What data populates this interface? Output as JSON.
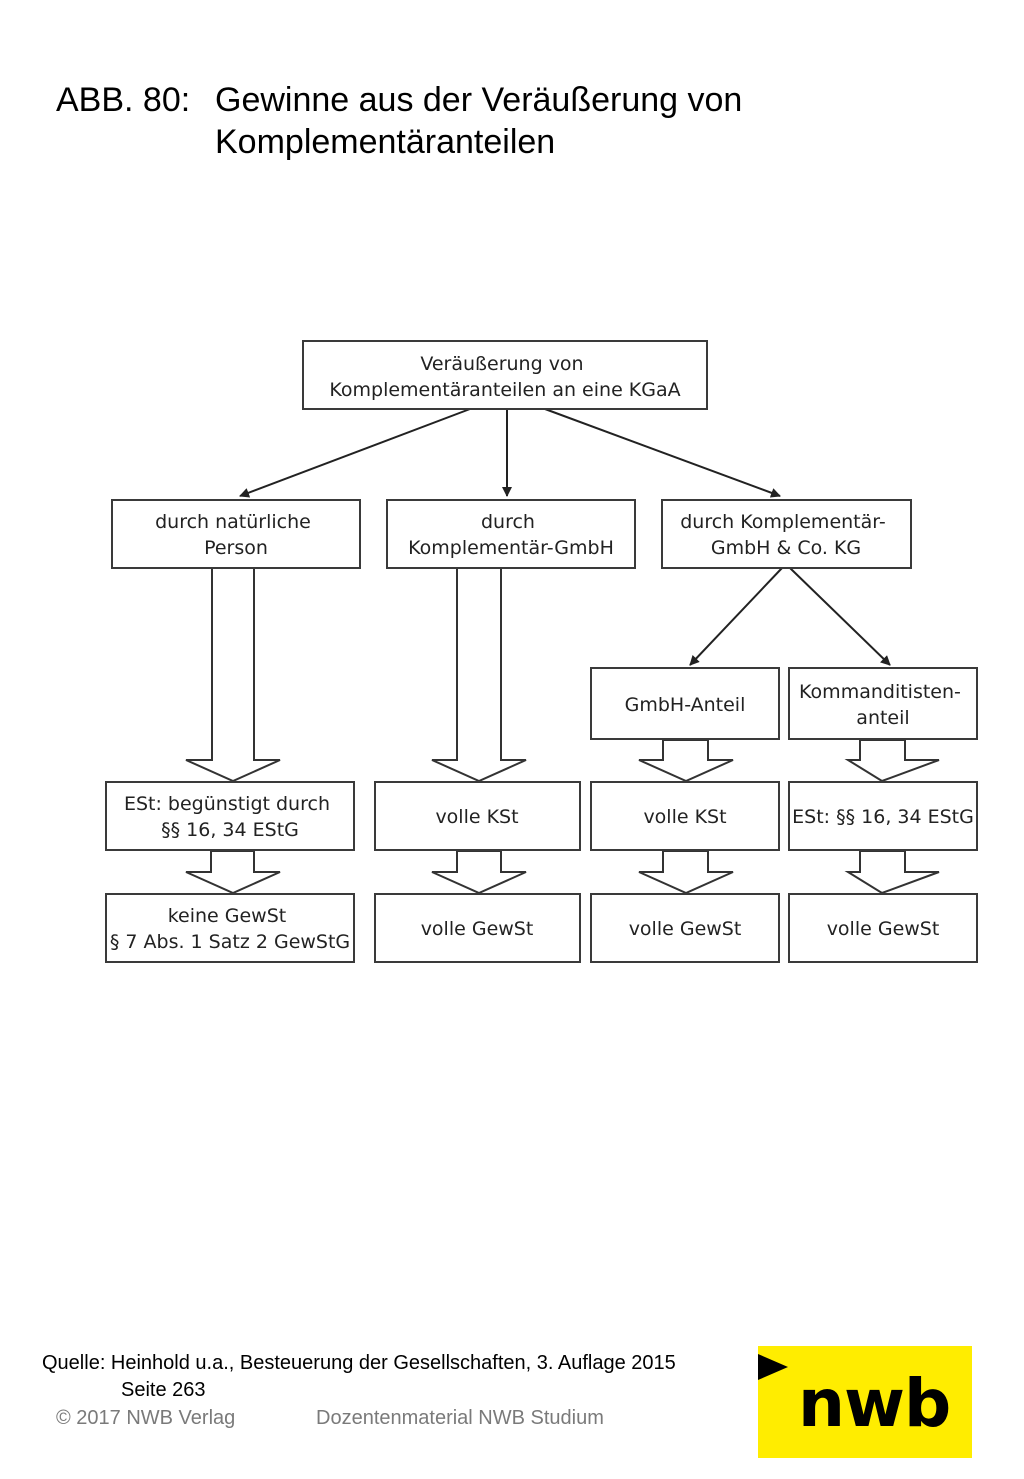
{
  "title": {
    "prefix": "ABB. 80:",
    "line1": "Gewinne aus der Veräußerung von",
    "line2": "Komplementäranteilen"
  },
  "diagram": {
    "root": [
      "Veräußerung von",
      "Komplementäranteilen an eine KGaA"
    ],
    "branches": {
      "natural_person": [
        "durch natürliche",
        "Person"
      ],
      "gmbh": [
        "durch",
        "Komplementär-GmbH"
      ],
      "gmbh_co_kg": [
        "durch Komplementär-",
        "GmbH & Co. KG"
      ]
    },
    "sub_branches": {
      "gmbh_share": [
        "GmbH-Anteil"
      ],
      "limited_partner_share": [
        "Kommanditisten-",
        "anteil"
      ]
    },
    "income_tax": {
      "natural_person": [
        "ESt: begünstigt durch",
        "§§ 16, 34 EStG"
      ],
      "gmbh": [
        "volle KSt"
      ],
      "gmbh_share": [
        "volle KSt"
      ],
      "limited_partner_share": [
        "ESt: §§ 16, 34 EStG"
      ]
    },
    "trade_tax": {
      "natural_person": [
        "keine GewSt",
        "§ 7 Abs. 1 Satz 2 GewStG"
      ],
      "gmbh": [
        "volle GewSt"
      ],
      "gmbh_share": [
        "volle GewSt"
      ],
      "limited_partner_share": [
        "volle GewSt"
      ]
    }
  },
  "footer": {
    "source_line1": "Quelle: Heinhold u.a., Besteuerung der Gesellschaften, 3. Auflage 2015",
    "source_line2": "Seite 263",
    "copyright": "© 2017 NWB Verlag",
    "course_material": "Dozentenmaterial NWB Studium"
  },
  "logo": {
    "text": "nwb",
    "color": "#ffed00"
  }
}
